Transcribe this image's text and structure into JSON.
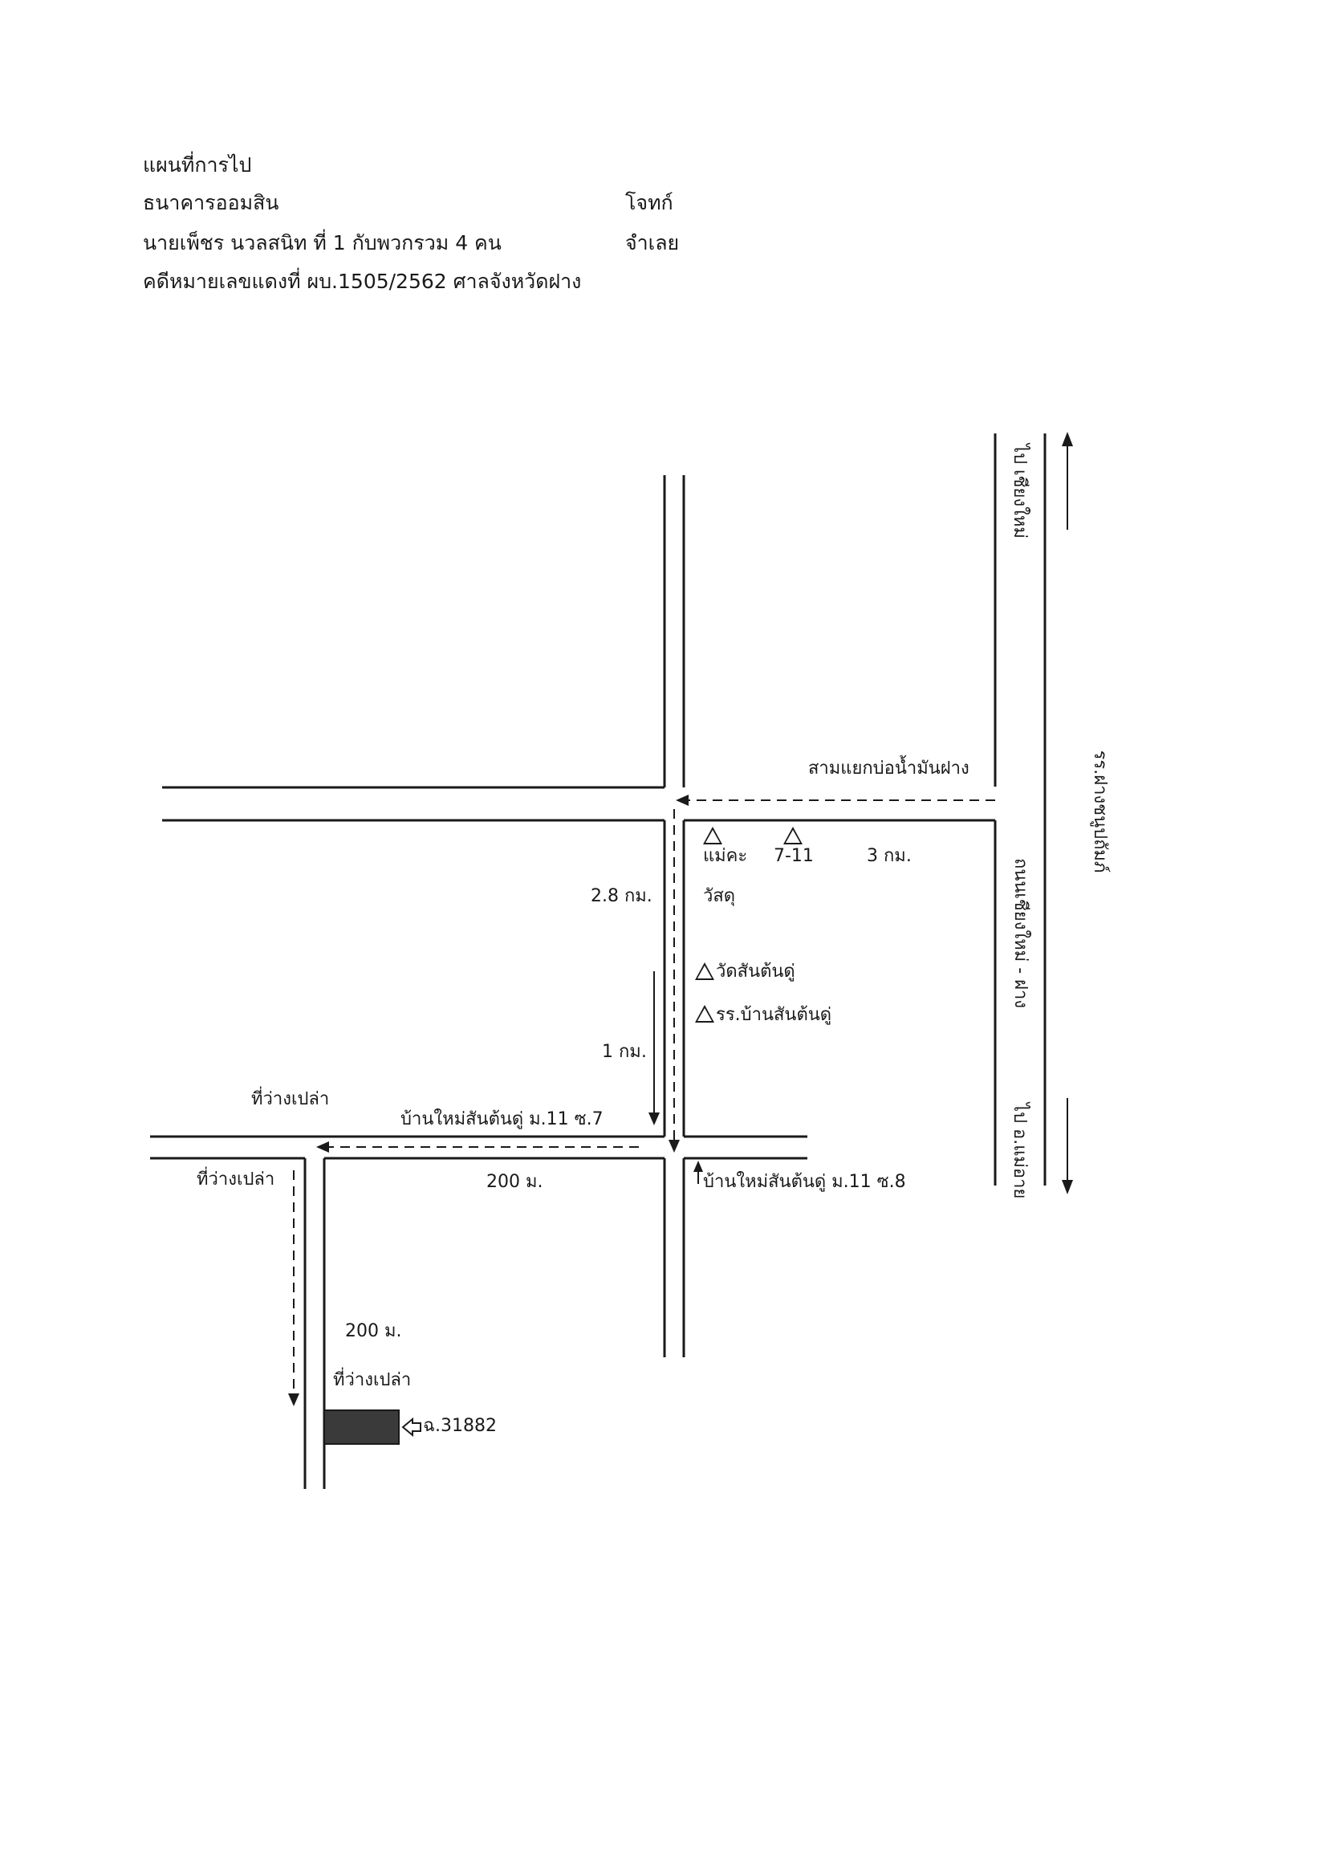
{
  "header": {
    "title": "แผนที่การไป",
    "plaintiff_name": "ธนาคารออมสิน",
    "plaintiff_role": "โจทก์",
    "defendant_name": "นายเพ็ชร  นวลสนิท ที่ 1 กับพวกรวม 4 คน",
    "defendant_role": "จำเลย",
    "case_line": "คดีหมายเลขแดงที่ ผบ.1505/2562  ศาลจังหวัดฝาง"
  },
  "map": {
    "to_chiangmai": "ไป เชียงใหม่",
    "to_maeai": "ไป อ.แม่อาย",
    "highway_name": "ถนนเชียงใหม่ - ฝาง",
    "school_name": "รร.ฝางชนูปถัมภ์",
    "junction": "สามแยกบ่อน้ำมันฝาง",
    "landmark_makro": "แม่คะ",
    "landmark_711": "7-11",
    "landmark_materials": "วัสดุ",
    "dist_3km": "3 กม.",
    "dist_2_8km": "2.8 กม.",
    "dist_1km": "1 กม.",
    "temple": "วัดสันต้นดู่",
    "village_school": "รร.บ้านสันต้นดู่",
    "soi7": "บ้านใหม่สันต้นดู่ ม.11 ซ.7",
    "soi8": "บ้านใหม่สันต้นดู่ ม.11 ซ.8",
    "vacant_1": "ที่ว่างเปล่า",
    "vacant_2": "ที่ว่างเปล่า",
    "vacant_3": "ที่ว่างเปล่า",
    "dist_200m_a": "200 ม.",
    "dist_200m_b": "200 ม.",
    "deed_label": "ฉ.31882"
  },
  "colors": {
    "ink": "#1a1a1a",
    "parcel": "#3a3a3a"
  },
  "icons": {
    "landmark": "triangle-landmark-icon",
    "direction": "arrow-icon"
  }
}
